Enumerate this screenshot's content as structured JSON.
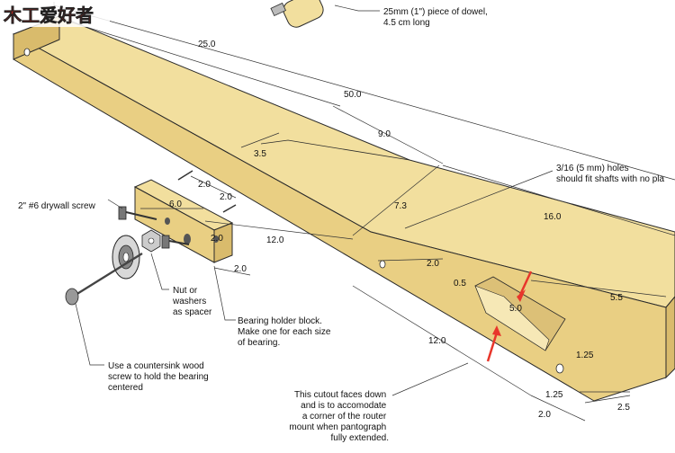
{
  "annotations": {
    "dowel": [
      "25mm (1\") piece of dowel,",
      "4.5 cm long"
    ],
    "holes": [
      "3/16 (5 mm) holes",
      "should fit shafts with no pla"
    ],
    "screw": [
      "2\" #6 drywall screw"
    ],
    "nut": [
      "Nut or",
      "washers",
      "as spacer"
    ],
    "block": [
      "Bearing holder block.",
      "Make one for each size",
      "of bearing."
    ],
    "countersink": [
      "Use a countersink wood",
      "screw to hold the bearing",
      "centered"
    ],
    "cutout": [
      "This cutout faces down",
      "and is to accomodate",
      "a corner of the router",
      "mount when pantograph",
      "fully extended."
    ]
  },
  "dimensions": {
    "d25": "25.0",
    "d50": "50.0",
    "d9": "9.0",
    "d35": "3.5",
    "d73": "7.3",
    "d16": "16.0",
    "d12a": "12.0",
    "d12b": "12.0",
    "d6": "6.0",
    "d2a": "2.0",
    "d2b": "2.0",
    "d2c": "2.0",
    "d2d": "2.0",
    "d2e": "2.0",
    "d2f": "2.0",
    "d05": "0.5",
    "d50s": "5.0",
    "d55": "5.5",
    "d125a": "1.25",
    "d125b": "1.25",
    "d25s": "2.5"
  },
  "logo": {
    "text": "木工爱好者"
  },
  "colors": {
    "wood_top": "#f2df9e",
    "wood_side": "#e9cf83",
    "wood_end": "#d9bb6c",
    "outline": "#2a2a2a",
    "arrow": "#e8362b",
    "logo_red": "#d3281f"
  }
}
